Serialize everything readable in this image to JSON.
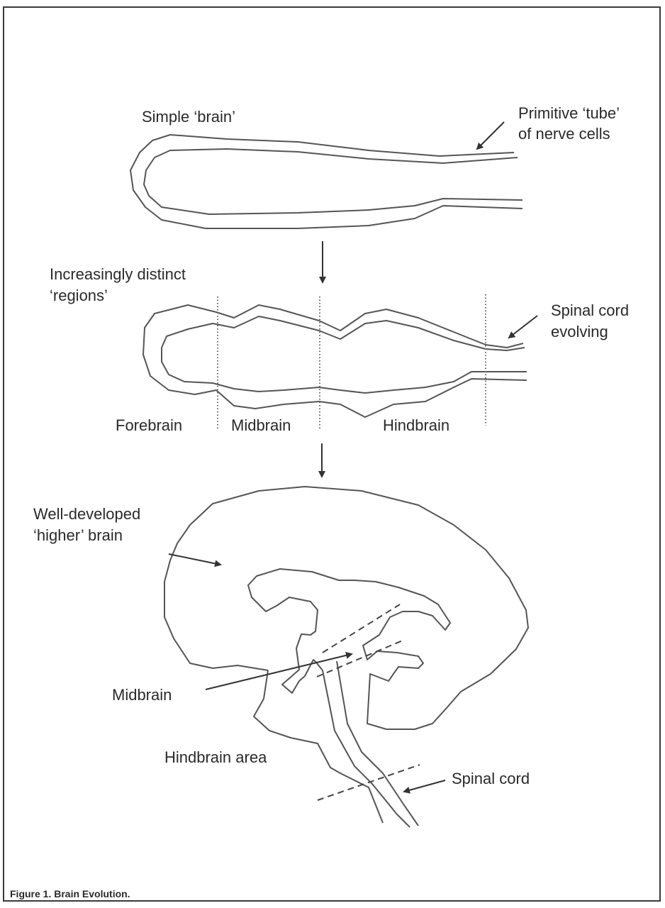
{
  "labels": {
    "simple_brain": "Simple ‘brain’",
    "primitive_tube_line1": "Primitive ‘tube’",
    "primitive_tube_line2": "of nerve cells",
    "increasingly_line1": "Increasingly distinct",
    "increasingly_line2": "‘regions’",
    "spinal_evolving_line1": "Spinal cord",
    "spinal_evolving_line2": "evolving",
    "forebrain": "Forebrain",
    "midbrain_top": "Midbrain",
    "hindbrain": "Hindbrain",
    "well_developed_line1": "Well-developed",
    "well_developed_line2": "‘higher’ brain",
    "midbrain_bottom": "Midbrain",
    "hindbrain_area": "Hindbrain area",
    "spinal_cord": "Spinal cord"
  },
  "caption": "Figure 1. Brain Evolution."
}
